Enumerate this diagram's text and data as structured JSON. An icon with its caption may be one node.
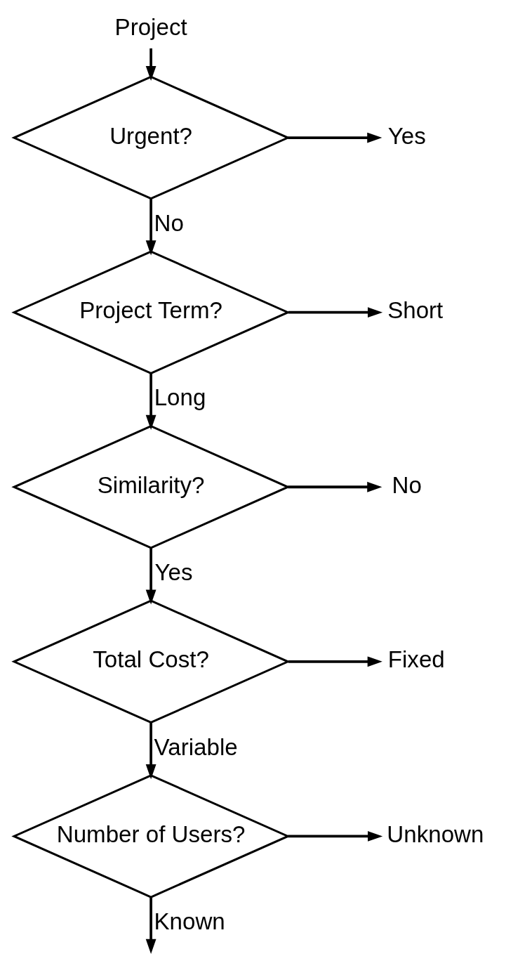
{
  "diagram": {
    "nodes": [
      {
        "text": [
          "Project"
        ]
      },
      {
        "text": [
          "Urgent?"
        ]
      },
      {
        "text": [
          "Yes"
        ]
      },
      {
        "text": [
          "Project Term?"
        ]
      },
      {
        "text": [
          "Short"
        ]
      },
      {
        "text": [
          "Similarity?"
        ]
      },
      {
        "text": [
          "No"
        ]
      },
      {
        "text": [
          "Total Cost?"
        ]
      },
      {
        "text": [
          "Fixed"
        ]
      },
      {
        "text": [
          "Number of Users?"
        ]
      },
      {
        "text": [
          "Unknown"
        ]
      }
    ],
    "edges": [
      {
        "from": 0,
        "to": 1,
        "arrow": "to"
      },
      {
        "from": 1,
        "to": 2,
        "arrow": "to"
      },
      {
        "from": 1,
        "to": 3,
        "arrow": "to",
        "label": "No"
      },
      {
        "from": 3,
        "to": 4,
        "arrow": "to"
      },
      {
        "from": 3,
        "to": 5,
        "arrow": "to",
        "label": "Long"
      },
      {
        "from": 5,
        "to": 6,
        "arrow": "to"
      },
      {
        "from": 5,
        "to": 7,
        "arrow": "to",
        "label": "Yes"
      },
      {
        "from": 7,
        "to": 8,
        "arrow": "to"
      },
      {
        "from": 7,
        "to": 9,
        "arrow": "to",
        "label": "Variable"
      },
      {
        "from": 9,
        "to": 10,
        "arrow": "to"
      },
      {
        "from": 9,
        "to": null,
        "arrow": "to",
        "label": "Known"
      }
    ]
  }
}
